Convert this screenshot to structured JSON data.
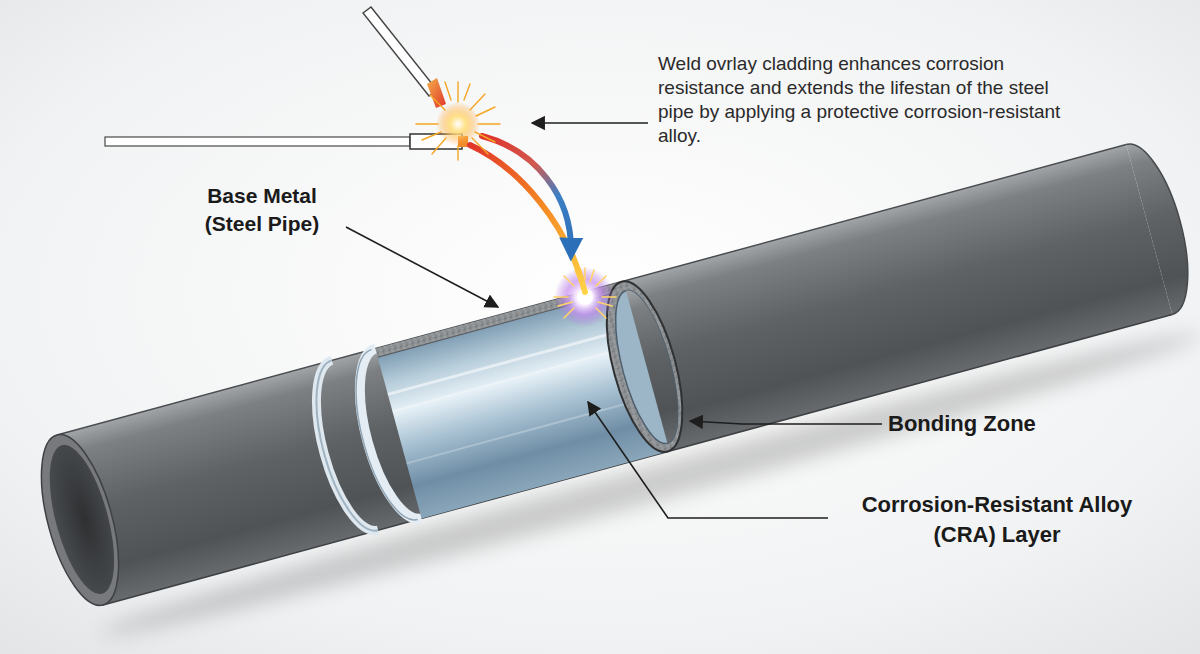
{
  "diagram": {
    "labels": [
      "Weld ovrlay cladding enhances corrosion resistance and extends the lifestan of the steel pipe by applying a protective corrosion-resistant alloy.",
      "Base Metal (Steel Pipe)",
      "Bonding Zone",
      "Corrosion-Resistant Alloy (CRA) Layer"
    ]
  }
}
